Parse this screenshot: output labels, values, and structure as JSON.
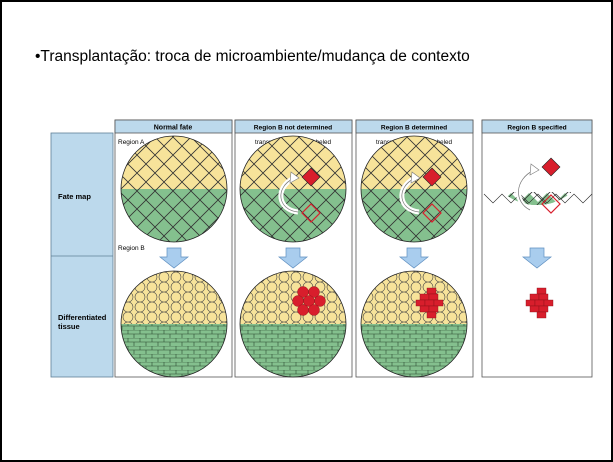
{
  "slide": {
    "bullet_text": "•Transplantação: troca de microambiente/mudança de contexto"
  },
  "figure": {
    "row_labels": {
      "fate_map": "Fate map",
      "tissue_line1": "Differentiated",
      "tissue_line2": "tissue"
    },
    "columns": [
      {
        "title": "Normal fate",
        "region_a": "Region A",
        "region_b": "Region B"
      },
      {
        "title": "Region B not determined",
        "note": "transplanted  region  labeled"
      },
      {
        "title": "Region B determined",
        "note": "transplanted  region  labeled"
      },
      {
        "title": "Region B specified"
      }
    ],
    "colors": {
      "header_blue": "#bcd9ec",
      "yellow": "#f7e39a",
      "green": "#84c08e",
      "red": "#d81e2c",
      "arrow_blue": "#7fb2de"
    }
  }
}
